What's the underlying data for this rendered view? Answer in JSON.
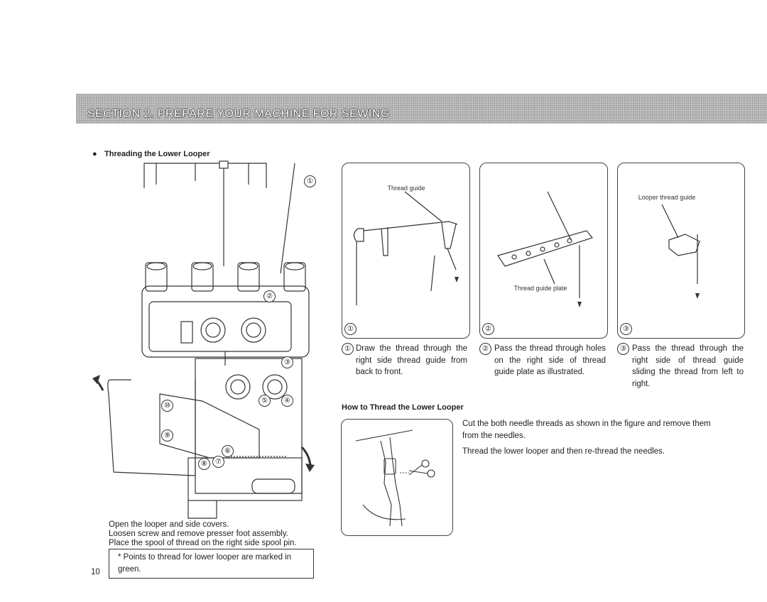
{
  "section": {
    "title": "SECTION 2. PREPARE YOUR MACHINE FOR SEWING"
  },
  "heading": "Threading the Lower Looper",
  "machine": {
    "markers": [
      "①",
      "②",
      "③",
      "④",
      "⑤",
      "⑥",
      "⑦",
      "⑧",
      "⑨",
      "⑩"
    ],
    "caption_lines": [
      "Open the looper and side covers.",
      "Loosen screw and remove presser foot assembly.",
      "Place the spool of thread on the right side spool pin."
    ],
    "note": "* Points to thread for lower looper are marked in green."
  },
  "page_number": "10",
  "steps": [
    {
      "number": "①",
      "label": "Thread guide",
      "text": "Draw the thread through the right side thread guide from back to front."
    },
    {
      "number": "②",
      "label": "Thread guide plate",
      "text": "Pass the thread through holes on the right side of thread guide plate as illustrated."
    },
    {
      "number": "③",
      "label": "Looper thread guide",
      "text": "Pass the thread through the right side of thread guide sliding the thread from left to right."
    }
  ],
  "how_to": {
    "heading": "How to Thread the Lower Looper",
    "paragraph1": "Cut the both needle threads as shown in the figure and remove them from the needles.",
    "paragraph2": "Thread the lower looper and then re-thread the needles."
  }
}
